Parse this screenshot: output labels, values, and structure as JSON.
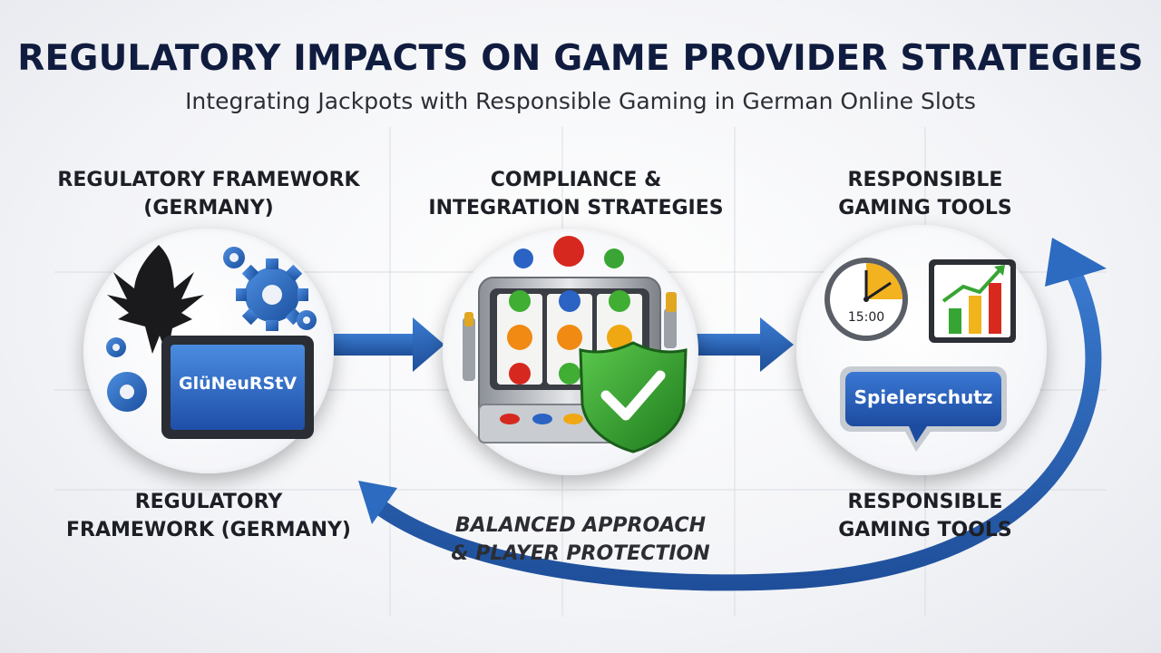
{
  "title": "REGULATORY IMPACTS ON GAME PROVIDER STRATEGIES",
  "subtitle": "Integrating Jackpots with Responsible Gaming in German Online Slots",
  "nodes": {
    "regulatory": {
      "top_label_line1": "REGULATORY FRAMEWORK",
      "top_label_line2": "(GERMANY)",
      "bottom_label_line1": "REGULATORY",
      "bottom_label_line2": "FRAMEWORK (GERMANY)",
      "tablet_text": "GlüNeuRStV",
      "icon": "federal-eagle-with-gears-icon"
    },
    "compliance": {
      "top_label_line1": "COMPLIANCE &",
      "top_label_line2": "INTEGRATION STRATEGIES",
      "icon": "slot-machine-with-shield-icon"
    },
    "responsible": {
      "top_label_line1": "RESPONSIBLE",
      "top_label_line2": "GAMING TOOLS",
      "bottom_label_line1": "RESPONSIBLE",
      "bottom_label_line2": "GAMING TOOLS",
      "clock_text": "15:00",
      "badge_text": "Spielerschutz",
      "icon": "clock-chart-badge-icon"
    }
  },
  "loop_label_line1": "BALANCED APPROACH",
  "loop_label_line2": "& PLAYER PROTECTION",
  "colors": {
    "arrow": "#2762b3",
    "title": "#101c3f",
    "shield": "#2f9a2a",
    "badge": "#2456b2"
  }
}
